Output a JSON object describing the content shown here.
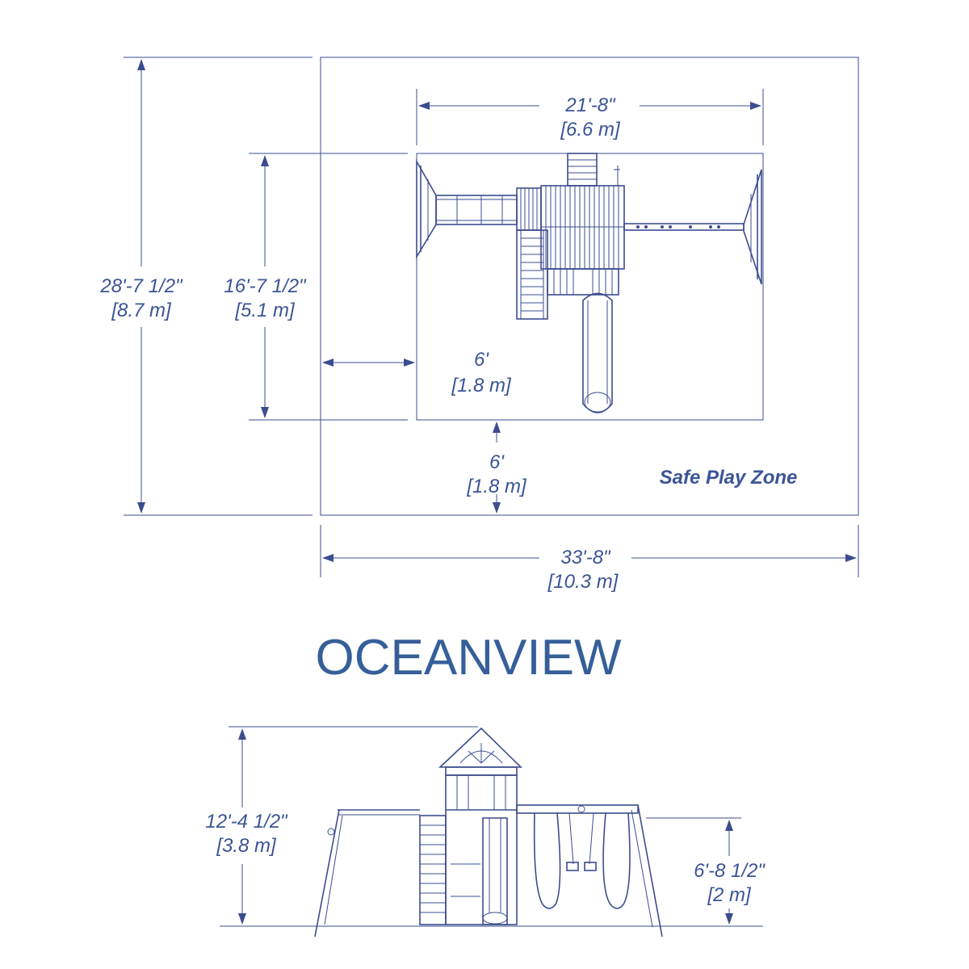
{
  "title": "OCEANVIEW",
  "safe_zone_label": "Safe Play Zone",
  "dimensions": {
    "overall_depth": {
      "imperial": "28'-7 1/2\"",
      "metric": "[8.7 m]"
    },
    "set_depth": {
      "imperial": "16'-7 1/2\"",
      "metric": "[5.1 m]"
    },
    "set_width": {
      "imperial": "21'-8\"",
      "metric": "[6.6 m]"
    },
    "side_clearance": {
      "imperial": "6'",
      "metric": "[1.8 m]"
    },
    "bottom_clearance": {
      "imperial": "6'",
      "metric": "[1.8 m]"
    },
    "overall_width": {
      "imperial": "33'-8\"",
      "metric": "[10.3 m]"
    },
    "total_height": {
      "imperial": "12'-4 1/2\"",
      "metric": "[3.8 m]"
    },
    "swing_beam_height": {
      "imperial": "6'-8 1/2\"",
      "metric": "[2 m]"
    }
  },
  "colors": {
    "line": "#3b4c8f",
    "text": "#3b5496",
    "title": "#365f9a"
  }
}
